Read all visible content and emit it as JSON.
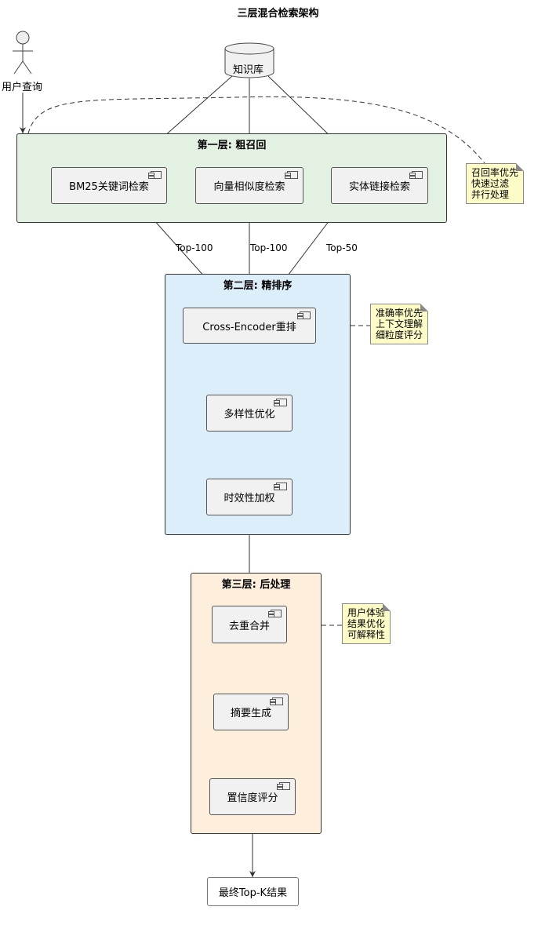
{
  "title": "三层混合检索架构",
  "actor": {
    "label": "用户查询"
  },
  "knowledge_base": {
    "label": "知识库"
  },
  "layers": [
    {
      "title": "第一层: 粗召回",
      "fill": "#e3f1e3",
      "components": [
        "BM25关键词检索",
        "向量相似度检索",
        "实体链接检索"
      ],
      "note": [
        "召回率优先",
        "快速过滤",
        "并行处理"
      ]
    },
    {
      "title": "第二层: 精排序",
      "fill": "#ddeefb",
      "components": [
        "Cross-Encoder重排",
        "多样性优化",
        "时效性加权"
      ],
      "note": [
        "准确率优先",
        "上下文理解",
        "细粒度评分"
      ]
    },
    {
      "title": "第三层: 后处理",
      "fill": "#fdefdc",
      "components": [
        "去重合并",
        "摘要生成",
        "置信度评分"
      ],
      "note": [
        "用户体验",
        "结果优化",
        "可解释性"
      ]
    }
  ],
  "edge_labels": [
    "Top-100",
    "Top-100",
    "Top-50"
  ],
  "result": {
    "label": "最终Top-K结果"
  },
  "colors": {
    "note_fill": "#fdfcc7",
    "component_fill": "#f1f1f1",
    "border": "#333333"
  }
}
